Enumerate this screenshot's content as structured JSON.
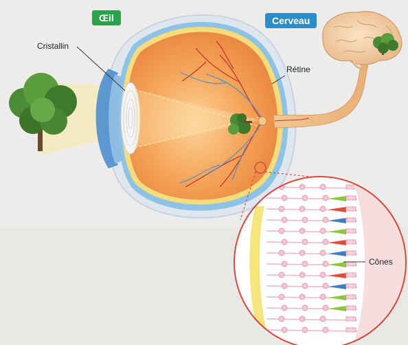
{
  "tags": {
    "eye": "Œil",
    "brain": "Cerveau"
  },
  "labels": {
    "lens": "Cristallin",
    "retina": "Rétine",
    "cones": "Cônes"
  },
  "colors": {
    "eye_tag": "#2ba24c",
    "brain_tag": "#2b8ec9",
    "retina_blood": "#c0392b",
    "magnifier_border": "#d9483b"
  }
}
